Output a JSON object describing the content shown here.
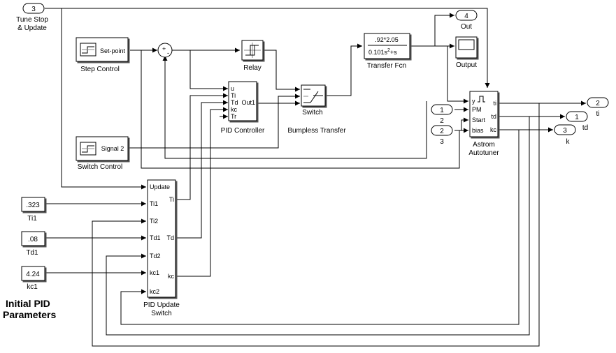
{
  "blocks": {
    "tune_stop": {
      "value": "3",
      "label_line1": "Tune Stop",
      "label_line2": "& Update"
    },
    "step_control": {
      "inner": "Set-point",
      "label": "Step Control"
    },
    "switch_control": {
      "inner": "Signal 2",
      "label": "Switch Control"
    },
    "relay": {
      "label": "Relay"
    },
    "pid_controller": {
      "label": "PID Controller",
      "in_ports": [
        "u",
        "Ti",
        "Td",
        "kc",
        "Tr"
      ],
      "out_port": "Out1"
    },
    "switch": {
      "label": "Switch"
    },
    "bumpless_transfer": {
      "label": "Bumpless Transfer"
    },
    "transfer_fcn": {
      "numerator": ".92*2.05",
      "denominator_a": "0.101s",
      "denominator_exp": "2",
      "denominator_b": "+s",
      "label": "Transfer Fcn"
    },
    "out4": {
      "value": "4",
      "label": "Out"
    },
    "scope": {
      "label": "Output"
    },
    "astrom": {
      "label_line1": "Astrom",
      "label_line2": "Autotuner",
      "in_ports": [
        "y",
        "PM",
        "Start",
        "bias"
      ],
      "out_ports": [
        "ti",
        "td",
        "kc"
      ]
    },
    "in1": {
      "value": "1",
      "label": "2"
    },
    "in2": {
      "value": "2",
      "label": "3"
    },
    "out2": {
      "value": "2",
      "label": "ti"
    },
    "out1": {
      "value": "1",
      "label": "td"
    },
    "out3": {
      "value": "3",
      "label": "k"
    },
    "ti1": {
      "value": ".323",
      "label": "Ti1"
    },
    "td1": {
      "value": ".08",
      "label": "Td1"
    },
    "kc1": {
      "value": "4.24",
      "label": "kc1"
    },
    "pid_update_switch": {
      "label_line1": "PID Update",
      "label_line2": "Switch",
      "in_ports": [
        "Update",
        "Ti1",
        "Ti2",
        "Td1",
        "Td2",
        "kc1",
        "kc2"
      ],
      "out_ports": [
        "Ti",
        "Td",
        "kc"
      ]
    },
    "sum": {
      "signs": "+-"
    }
  },
  "annotation": {
    "line1": "Initial PID",
    "line2": "Parameters"
  }
}
